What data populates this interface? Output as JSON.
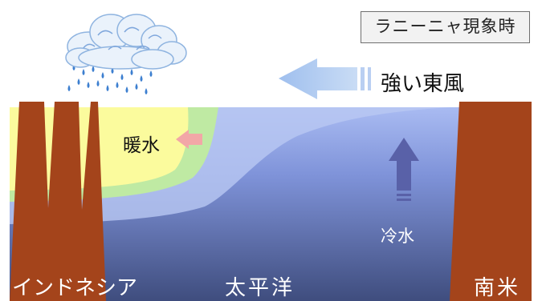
{
  "title_box": {
    "text": "ラニーニャ現象時"
  },
  "labels": {
    "wind": "強い東風",
    "warm_water": "暖水",
    "cold_water": "冷水",
    "indonesia": "インドネシア",
    "pacific": "太平洋",
    "south_america": "南米"
  },
  "colors": {
    "ocean_deep": "#3f4d7e",
    "ocean_mid": "#7f93d9",
    "ocean_light": "#a9bbf2",
    "warm_yellow": "#fbfb9d",
    "warm_green": "#bfeaa3",
    "land": "#a4441b",
    "wind_arrow": "#a9c6ee",
    "cold_arrow": "#5961a8",
    "warm_arrow": "#f2a7a7"
  },
  "icons": [
    "rain-cloud-icon",
    "wind-arrow-icon",
    "upwelling-arrow-icon",
    "warm-flow-arrow-icon"
  ]
}
